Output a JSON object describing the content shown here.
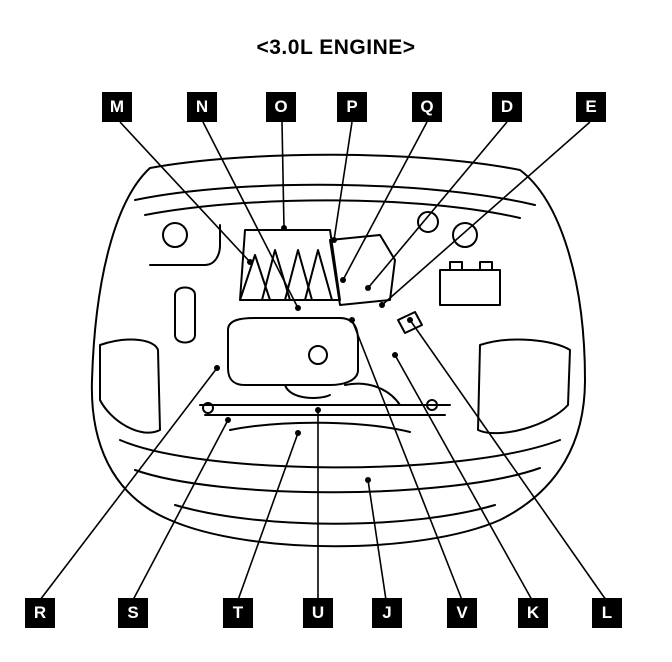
{
  "title": "<3.0L ENGINE>",
  "top_labels": [
    "M",
    "N",
    "O",
    "P",
    "Q",
    "D",
    "E"
  ],
  "bottom_labels": [
    "R",
    "S",
    "T",
    "U",
    "J",
    "V",
    "K",
    "L"
  ]
}
